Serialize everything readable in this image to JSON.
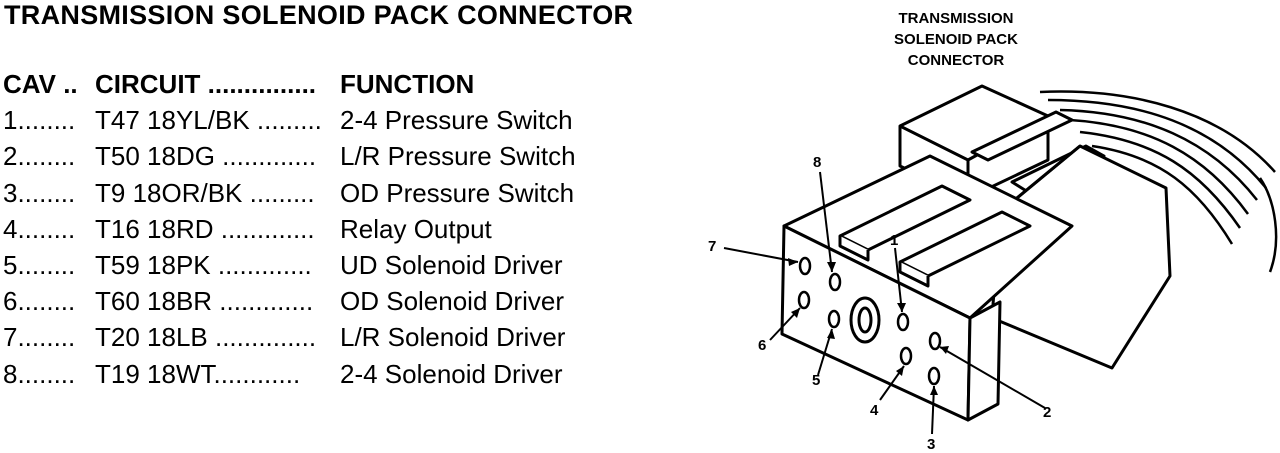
{
  "title": "TRANSMISSION SOLENOID PACK CONNECTOR",
  "table": {
    "header": {
      "cav": "CAV ..",
      "circuit": "CIRCUIT ...............",
      "function": "FUNCTION"
    },
    "rows": [
      {
        "cav": "1........",
        "circuit": "T47 18YL/BK .........",
        "function": "2-4 Pressure Switch"
      },
      {
        "cav": "2........",
        "circuit": "T50 18DG .............",
        "function": "L/R Pressure Switch"
      },
      {
        "cav": "3........",
        "circuit": "T9 18OR/BK .........",
        "function": "OD Pressure Switch"
      },
      {
        "cav": "4........",
        "circuit": "T16 18RD .............",
        "function": "Relay Output"
      },
      {
        "cav": "5........",
        "circuit": "T59 18PK .............",
        "function": "UD Solenoid Driver"
      },
      {
        "cav": "6........",
        "circuit": "T60 18BR .............",
        "function": "OD Solenoid Driver"
      },
      {
        "cav": "7........",
        "circuit": "T20 18LB ..............",
        "function": "L/R Solenoid Driver"
      },
      {
        "cav": "8........",
        "circuit": "T19 18WT............",
        "function": "2-4 Solenoid Driver"
      }
    ]
  },
  "diagram": {
    "caption": [
      "TRANSMISSION",
      "SOLENOID PACK",
      "CONNECTOR"
    ],
    "pin_labels": {
      "p1": "1",
      "p2": "2",
      "p3": "3",
      "p4": "4",
      "p5": "5",
      "p6": "6",
      "p7": "7",
      "p8": "8"
    }
  }
}
